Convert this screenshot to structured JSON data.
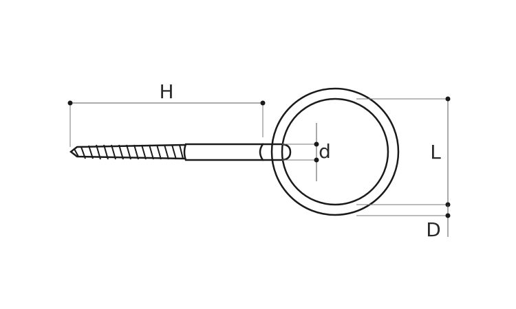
{
  "diagram": {
    "background": "#ffffff",
    "line_color": "#1a1a1a",
    "labels": {
      "H": "H",
      "d": "d",
      "L": "L",
      "D": "D"
    }
  }
}
